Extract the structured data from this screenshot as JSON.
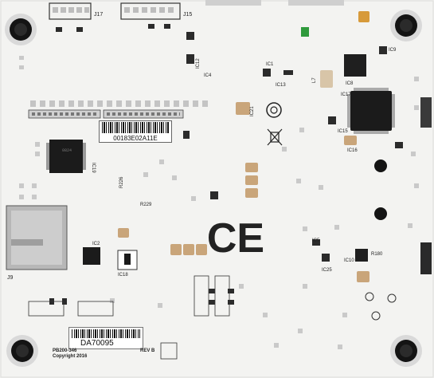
{
  "board": {
    "serial_number": "00183E02A11E",
    "model_number": "DA70095",
    "part_number": "PB200-346",
    "copyright": "Copyright 2016",
    "revision": "REV B",
    "ce_mark": "CE"
  },
  "silkscreen": {
    "j17": "J17",
    "j15": "J15",
    "j9": "J9",
    "ic1": "IC1",
    "ic2": "IC2",
    "ic4": "IC4",
    "ic5": "IC5",
    "ic8": "IC8",
    "ic9": "IC9",
    "ic10": "IC10",
    "ic12": "IC12",
    "ic13": "IC13",
    "ic15": "IC15",
    "ic16": "IC16",
    "ic17": "IC17",
    "ic18": "IC18",
    "ic19": "IC19",
    "ic21": "IC21",
    "ic25": "IC25",
    "r229": "R229",
    "r226": "R226",
    "r180": "R180",
    "l7": "L7"
  },
  "colors": {
    "pcb": "#f3f3f1",
    "solder_pad": "#c9c9c9",
    "chip": "#1b1b1b",
    "capacitor": "#c9a57a",
    "mount_hole": "#141414"
  }
}
